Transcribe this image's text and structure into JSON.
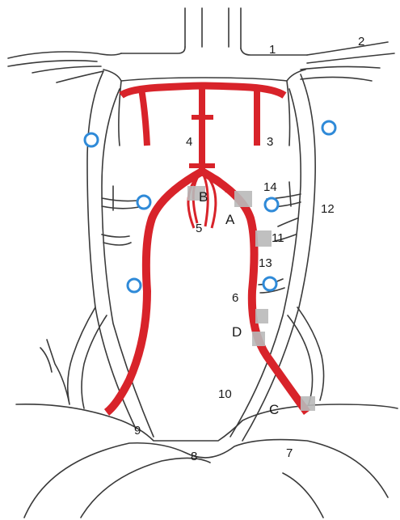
{
  "colors": {
    "artery": "#d8232a",
    "vein_outline": "#3a3a3a",
    "valve_ring": "#2f8ad8",
    "marker_shade": "#b9b9b9",
    "background": "#ffffff"
  },
  "labels": {
    "n1": "1",
    "n2": "2",
    "n3": "3",
    "n4": "4",
    "n5": "5",
    "n6": "6",
    "n7": "7",
    "n8": "8",
    "n9": "9",
    "n10": "10",
    "n11": "11",
    "n12": "12",
    "n13": "13",
    "n14": "14",
    "A": "A",
    "B": "B",
    "C": "C",
    "D": "D"
  },
  "valve_count": 6,
  "marker_count": 6
}
